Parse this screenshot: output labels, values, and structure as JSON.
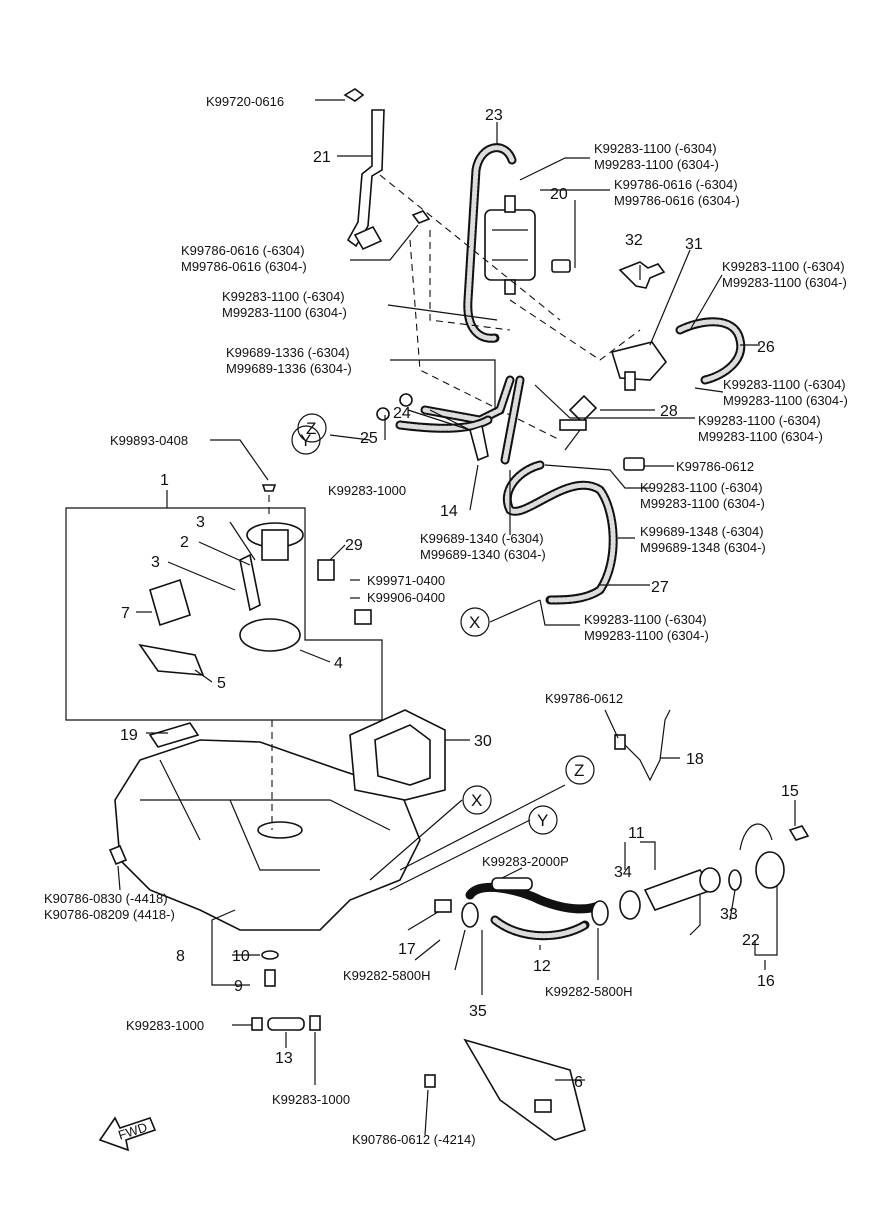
{
  "part_numbers": {
    "k99720_0616": "K99720-0616",
    "k99283_1100_a": "K99283-1100 (-6304)",
    "m99283_1100_a": "M99283-1100 (6304-)",
    "k99786_0616_a": "K99786-0616 (-6304)",
    "m99786_0616_a": "M99786-0616 (6304-)",
    "k99786_0616_b": "K99786-0616 (-6304)",
    "m99786_0616_b": "M99786-0616 (6304-)",
    "k99283_1100_b": "K99283-1100 (-6304)",
    "m99283_1100_b": "M99283-1100 (6304-)",
    "k99283_1100_c": "K99283-1100 (-6304)",
    "m99283_1100_c": "M99283-1100 (6304-)",
    "k99689_1336": "K99689-1336 (-6304)",
    "m99689_1336": "M99689-1336 (6304-)",
    "k99283_1100_d": "K99283-1100 (-6304)",
    "m99283_1100_d": "M99283-1100 (6304-)",
    "k99283_1100_e": "K99283-1100 (-6304)",
    "m99283_1100_e": "M99283-1100 (6304-)",
    "k99893_0408": "K99893-0408",
    "k99786_0612": "K99786-0612",
    "k99283_1100_f": "K99283-1100 (-6304)",
    "m99283_1100_f": "M99283-1100 (6304-)",
    "k99283_1000_a": "K99283-1000",
    "k99689_1340": "K99689-1340 (-6304)",
    "m99689_1340": "M99689-1340 (6304-)",
    "k99689_1348": "K99689-1348 (-6304)",
    "m99689_1348": "M99689-1348 (6304-)",
    "k99971_0400": "K99971-0400",
    "k99906_0400": "K99906-0400",
    "k99283_1100_g": "K99283-1100 (-6304)",
    "m99283_1100_g": "M99283-1100 (6304-)",
    "k99786_0612_b": "K99786-0612",
    "k99283_2000p": "K99283-2000P",
    "k90786_0830": "K90786-0830 (-4418)",
    "k90786_08209": "K90786-08209 (4418-)",
    "k99282_5800h_a": "K99282-5800H",
    "k99282_5800h_b": "K99282-5800H",
    "k99283_1000_b": "K99283-1000",
    "k99283_1000_c": "K99283-1000",
    "k90786_0612": "K90786-0612 (-4214)"
  },
  "callouts": {
    "n1": "1",
    "n2": "2",
    "n3a": "3",
    "n3b": "3",
    "n4": "4",
    "n5": "5",
    "n6": "6",
    "n7": "7",
    "n8": "8",
    "n9": "9",
    "n10": "10",
    "n11": "11",
    "n12": "12",
    "n13": "13",
    "n14": "14",
    "n15": "15",
    "n16": "16",
    "n17": "17",
    "n18": "18",
    "n19": "19",
    "n20": "20",
    "n21": "21",
    "n22": "22",
    "n23": "23",
    "n24": "24",
    "n25": "25",
    "n26": "26",
    "n27": "27",
    "n28": "28",
    "n29": "29",
    "n30": "30",
    "n31": "31",
    "n32": "32",
    "n33": "33",
    "n34": "34",
    "n35": "35"
  },
  "markers": {
    "z1": "Z",
    "y1": "Y",
    "x1": "X",
    "z2": "Z",
    "x2": "X",
    "y2": "Y"
  },
  "fwd_label": "FWD"
}
